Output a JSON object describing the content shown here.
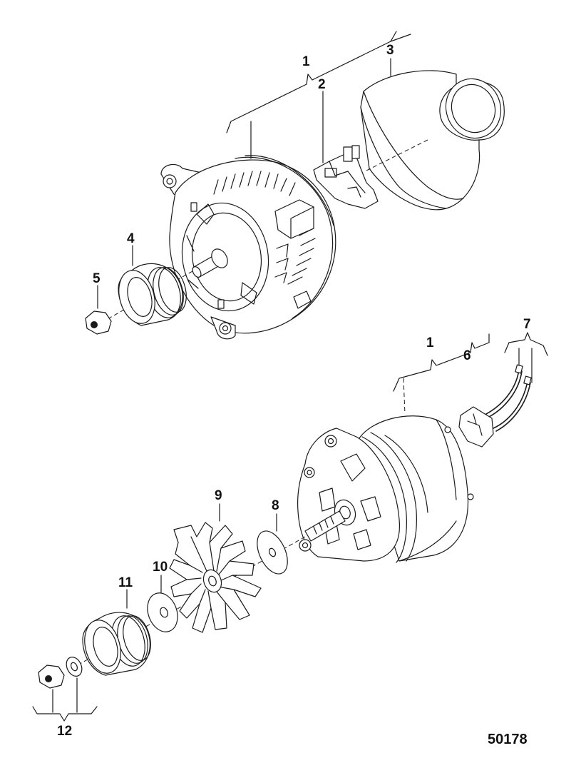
{
  "callouts": {
    "c1_upper": "1",
    "c2": "2",
    "c3": "3",
    "c4": "4",
    "c5": "5",
    "c1_lower": "1",
    "c6": "6",
    "c7": "7",
    "c8": "8",
    "c9": "9",
    "c10": "10",
    "c11": "11",
    "c12": "12"
  },
  "figure_number": "50178"
}
